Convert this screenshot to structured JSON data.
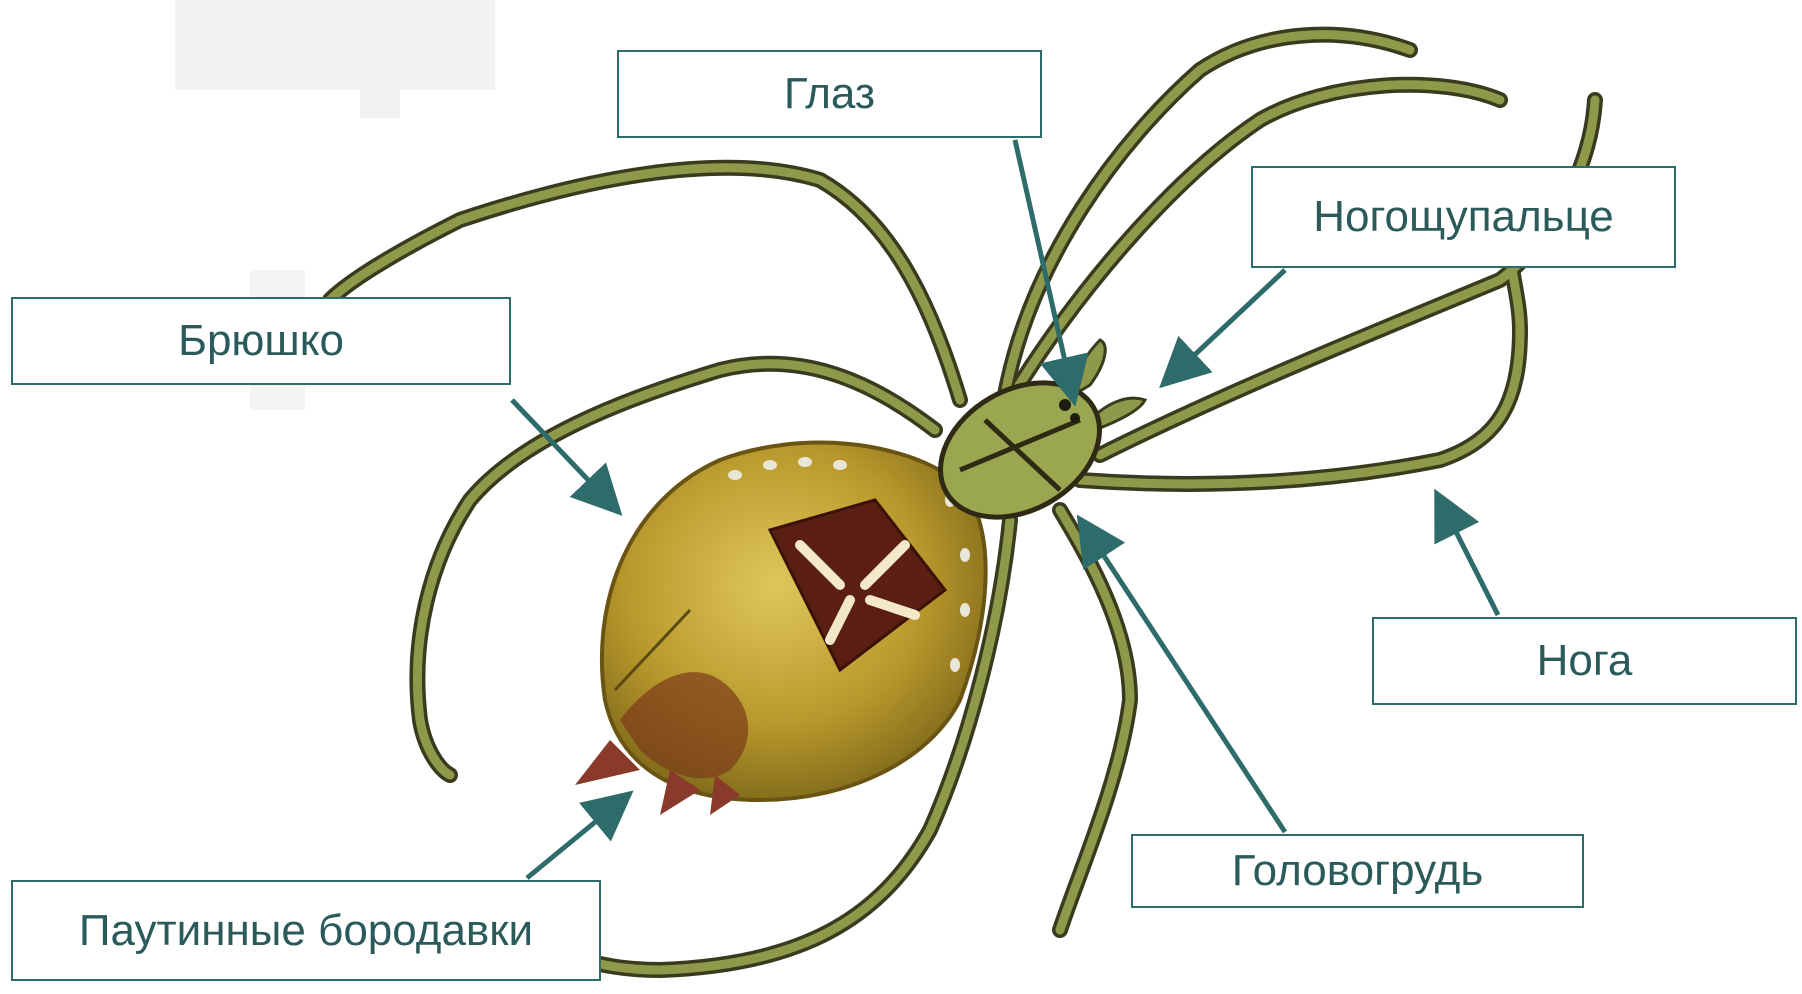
{
  "labels": {
    "eye": "Глаз",
    "pedipalp": "Ногощупальце",
    "abdomen": "Брюшко",
    "leg": "Нога",
    "cephalothorax": "Головогрудь",
    "spinnerets": "Паутинные бородавки"
  },
  "colors": {
    "arrow": "#2e6b6b",
    "label_text": "#2b5a5a",
    "label_border": "#2e6b6b",
    "leg_green": "#8e9a4a",
    "leg_dark": "#3a3a1e",
    "abdomen_yellow": "#b8982c",
    "abdomen_dark": "#5a1e14",
    "spinneret_red": "#8a3a2a"
  }
}
